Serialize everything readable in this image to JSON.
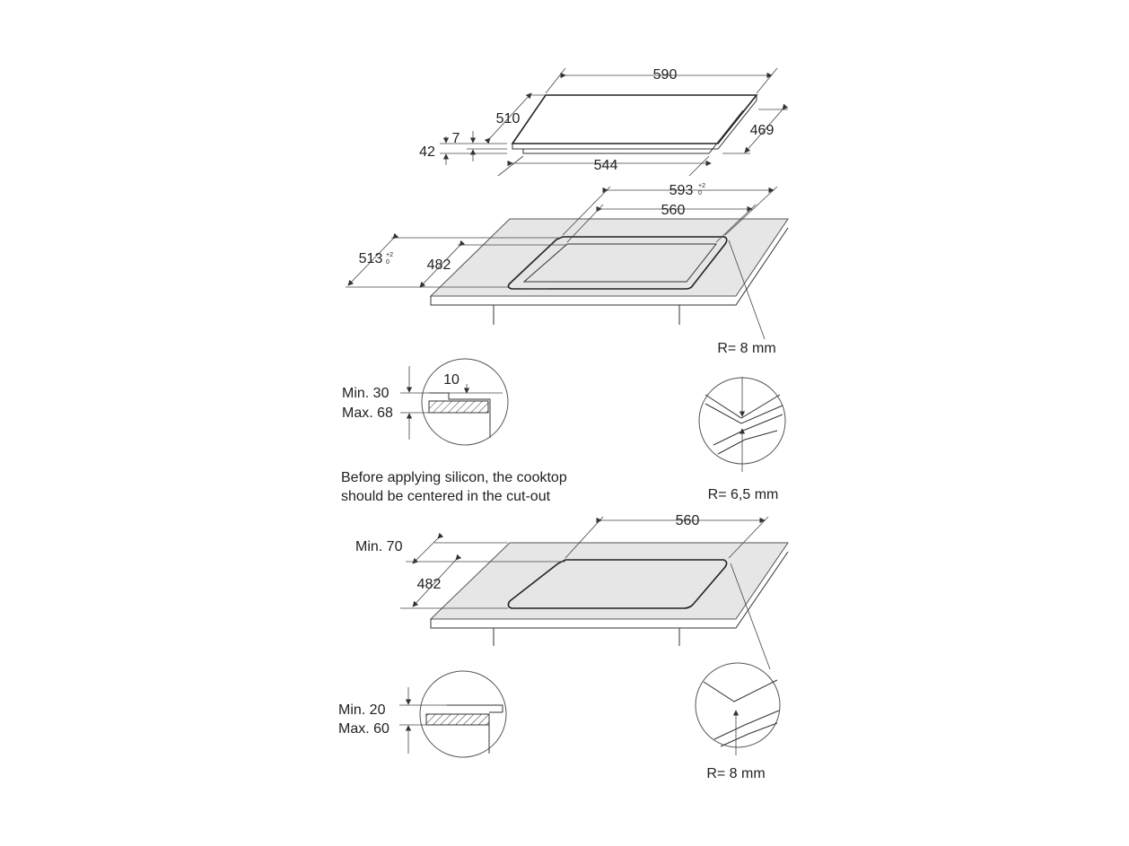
{
  "cooktop": {
    "width": "590",
    "depth": "510",
    "rear_depth": "469",
    "base_width": "544",
    "glass_thickness": "7",
    "total_height": "42"
  },
  "cutout_top": {
    "width": "593",
    "width_tol_top": "+2",
    "width_tol_bottom": "0",
    "inner_width": "560",
    "depth": "513",
    "depth_tol_top": "+2",
    "depth_tol_bottom": "0",
    "inner_depth": "482",
    "radius_outer": "R= 8 mm",
    "radius_inner": "R= 6,5 mm"
  },
  "detail_flush": {
    "min": "Min. 30",
    "max": "Max. 68",
    "step": "10"
  },
  "note": {
    "line1": "Before applying silicon, the cooktop",
    "line2": "should be centered in the cut-out"
  },
  "cutout_bottom": {
    "width": "560",
    "front_min": "Min. 70",
    "depth": "482",
    "radius": "R= 8 mm"
  },
  "detail_surface": {
    "min": "Min. 20",
    "max": "Max. 60"
  }
}
